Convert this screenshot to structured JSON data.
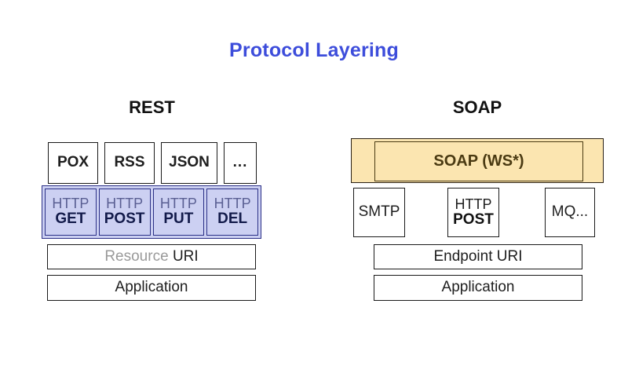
{
  "title": "Protocol Layering",
  "colors": {
    "title": "#3d4ddb",
    "http_fill": "#ccd0f2",
    "http_border": "#2a2f86",
    "soap_fill": "#fbe5b0",
    "soap_border": "#4a3a12",
    "box_border": "#1a1a1a",
    "muted_text": "#9a9a9a"
  },
  "rest": {
    "heading": "REST",
    "formats": [
      {
        "label": "POX"
      },
      {
        "label": "RSS"
      },
      {
        "label": "JSON"
      },
      {
        "label": "..."
      }
    ],
    "verbs": [
      {
        "protocol": "HTTP",
        "method": "GET"
      },
      {
        "protocol": "HTTP",
        "method": "POST"
      },
      {
        "protocol": "HTTP",
        "method": "PUT"
      },
      {
        "protocol": "HTTP",
        "method": "DEL"
      }
    ],
    "uri_row": {
      "soft": "Resource",
      "hard": "URI"
    },
    "application_row": "Application"
  },
  "soap": {
    "heading": "SOAP",
    "envelope": "SOAP (WS*)",
    "transports": [
      {
        "protocol": "SMTP",
        "method": ""
      },
      {
        "protocol": "HTTP",
        "method": "POST"
      },
      {
        "protocol": "MQ...",
        "method": ""
      }
    ],
    "uri_row": "Endpoint URI",
    "application_row": "Application"
  }
}
